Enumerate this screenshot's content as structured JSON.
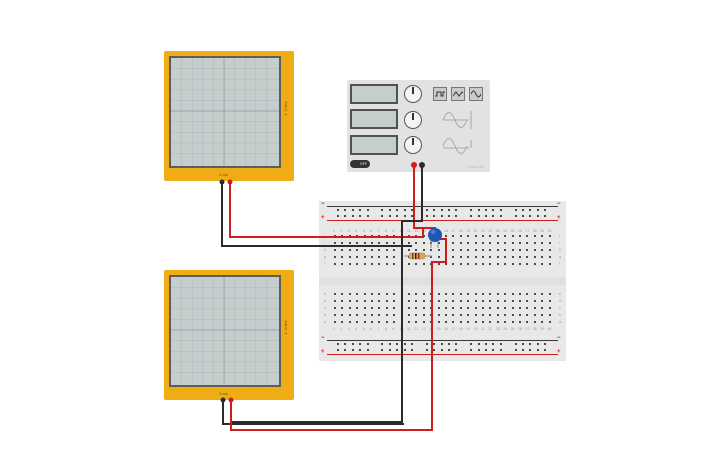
{
  "canvas": {
    "background": "#ffffff"
  },
  "oscilloscope_top": {
    "side_label": "1 V/div",
    "time_label": "1 ms"
  },
  "oscilloscope_bottom": {
    "side_label": "1 V/div",
    "time_label": "1 ms"
  },
  "function_generator": {
    "buttons": [
      "square-wave",
      "triangle-wave",
      "sine-wave"
    ],
    "power_label": "OFF",
    "brand": "Tinkercad"
  },
  "breadboard": {
    "column_count": 30,
    "top_rail_sign_minus": "−",
    "top_rail_sign_plus": "+",
    "bottom_rail_sign_minus": "−",
    "bottom_rail_sign_plus": "+",
    "letters_top": [
      "j",
      "i",
      "h",
      "g",
      "f"
    ],
    "letters_bottom": [
      "e",
      "d",
      "c",
      "b",
      "a"
    ]
  },
  "colors": {
    "scope_body": "#f0ac14",
    "wire_red": "#d01c1c",
    "wire_black": "#2b2b2b",
    "capacitor": "#1e56b5",
    "resistor": "#d9b068"
  }
}
